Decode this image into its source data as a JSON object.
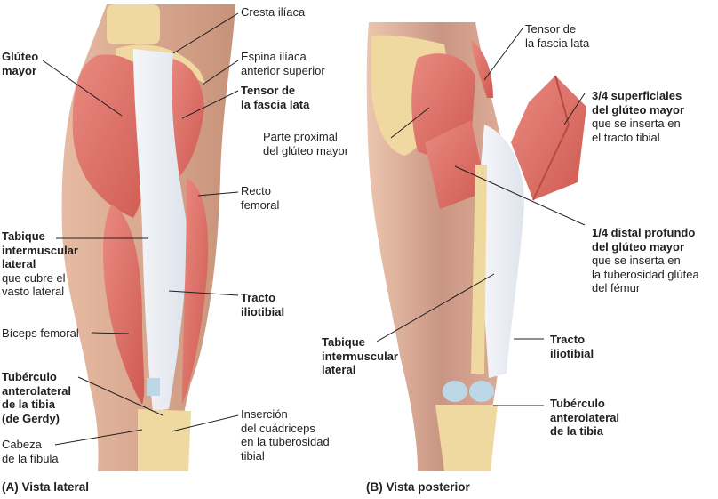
{
  "figure": {
    "panel_a": {
      "caption": "(A) Vista lateral",
      "labels": {
        "cresta_iliaca": "Cresta ilíaca",
        "gluteo_mayor_1": "Glúteo",
        "gluteo_mayor_2": "mayor",
        "espina_1": "Espina ilíaca",
        "espina_2": "anterior superior",
        "tensor_1": "Tensor de",
        "tensor_2": "la fascia lata",
        "recto_1": "Recto",
        "recto_2": "femoral",
        "tabique_1": "Tabique",
        "tabique_2": "intermuscular",
        "tabique_3": "lateral",
        "tabique_4": "que cubre el",
        "tabique_5": "vasto lateral",
        "tracto_1": "Tracto",
        "tracto_2": "iliotibial",
        "biceps": "Bíceps femoral",
        "tuberculo_1": "Tubérculo",
        "tuberculo_2": "anterolateral",
        "tuberculo_3": "de la tibia",
        "tuberculo_4": "(de Gerdy)",
        "cabeza_1": "Cabeza",
        "cabeza_2": "de la fíbula",
        "insercion_1": "Inserción",
        "insercion_2": "del cuádriceps",
        "insercion_3": "en la tuberosidad",
        "insercion_4": "tibial"
      }
    },
    "panel_b": {
      "caption": "(B) Vista posterior",
      "labels": {
        "tensor_1": "Tensor de",
        "tensor_2": "la fascia lata",
        "parte_1": "Parte proximal",
        "parte_2": "del glúteo mayor",
        "sup_1": "3/4 superficiales",
        "sup_2": "del glúteo mayor",
        "sup_3": "que se inserta en",
        "sup_4": "el tracto tibial",
        "distal_1": "1/4 distal profundo",
        "distal_2": "del glúteo mayor",
        "distal_3": "que se inserta en",
        "distal_4": "la tuberosidad glútea",
        "distal_5": "del fémur",
        "tabique_1": "Tabique",
        "tabique_2": "intermuscular",
        "tabique_3": "lateral",
        "tracto_1": "Tracto",
        "tracto_2": "iliotibial",
        "tuberculo_1": "Tubérculo",
        "tuberculo_2": "anterolateral",
        "tuberculo_3": "de la tibia"
      }
    },
    "colors": {
      "skin": "#d9a98f",
      "muscle": "#d9645c",
      "muscle_light": "#e88a80",
      "fascia": "#e8ecf2",
      "bone": "#efd9a0",
      "cartilage": "#bcd8e6"
    }
  }
}
